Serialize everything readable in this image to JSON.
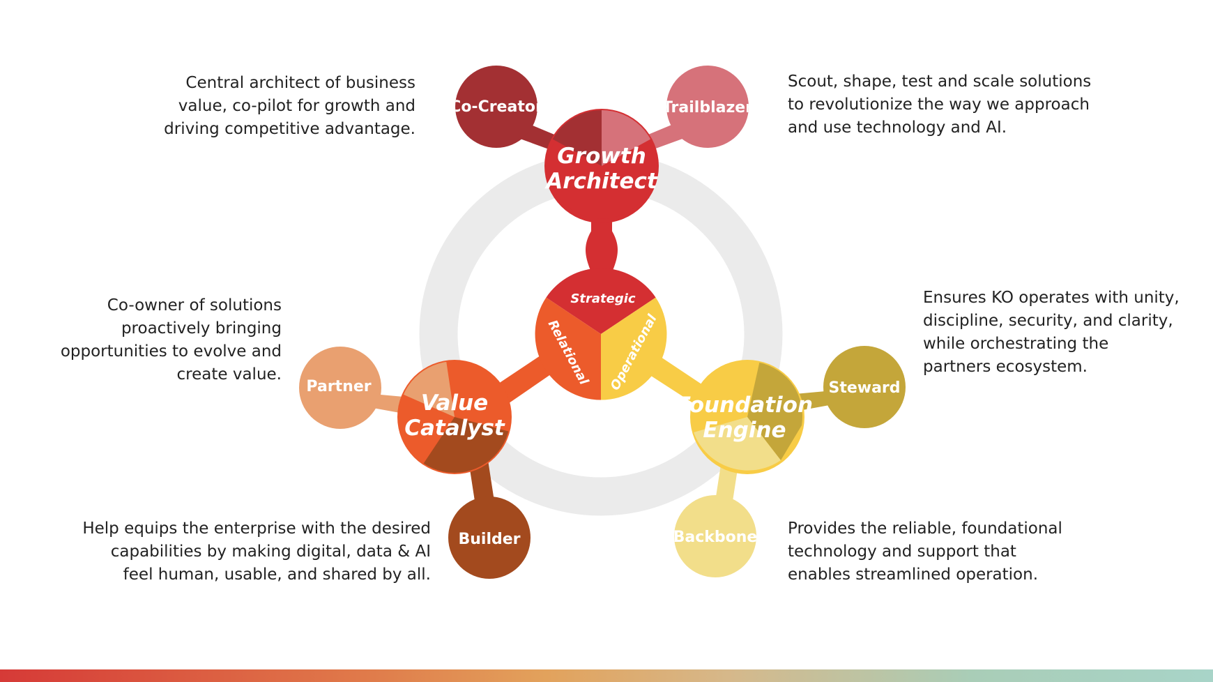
{
  "colors": {
    "ring": "#ebebeb",
    "strategic": "#d42f32",
    "relational": "#ec5b2b",
    "operational": "#f8cc46",
    "growth": "#d42f32",
    "co_creator": "#a33033",
    "trailblazer": "#d6727a",
    "value": "#ec5b2b",
    "partner": "#e9a070",
    "builder": "#a34a1e",
    "foundation": "#f8cc46",
    "steward": "#c4a63a",
    "backbone": "#f2de8a",
    "bottom_gradient": [
      "#d63a37",
      "#e2a25c",
      "#a8d4c8"
    ]
  },
  "hub": {
    "segments": [
      {
        "key": "strategic",
        "label": "Strategic"
      },
      {
        "key": "relational",
        "label": "Relational"
      },
      {
        "key": "operational",
        "label": "Operational"
      }
    ]
  },
  "nodes": {
    "growth": {
      "title_line1": "Growth",
      "title_line2": "Architect"
    },
    "value": {
      "title_line1": "Value",
      "title_line2": "Catalyst"
    },
    "foundation": {
      "title_line1": "Foundation",
      "title_line2": "Engine"
    }
  },
  "satellites": {
    "co_creator": "Co-Creator",
    "trailblazer": "Trailblazer",
    "partner": "Partner",
    "builder": "Builder",
    "steward": "Steward",
    "backbone": "Backbone"
  },
  "descriptions": {
    "co_creator": [
      "Central architect of business",
      "value, co-pilot for growth and",
      "driving competitive advantage."
    ],
    "trailblazer": [
      "Scout, shape, test and scale solutions",
      "to revolutionize the way we approach",
      "and use technology and AI."
    ],
    "partner": [
      "Co-owner of solutions",
      "proactively bringing",
      "opportunities to evolve and",
      "create value."
    ],
    "steward": [
      "Ensures KO operates with unity,",
      "discipline, security, and clarity,",
      "while orchestrating the",
      "partners ecosystem."
    ],
    "builder": [
      "Help equips the enterprise with the desired",
      "capabilities by making digital, data & AI",
      "feel human, usable, and shared by all."
    ],
    "backbone": [
      "Provides the reliable, foundational",
      "technology and support that",
      "enables streamlined operation."
    ]
  }
}
